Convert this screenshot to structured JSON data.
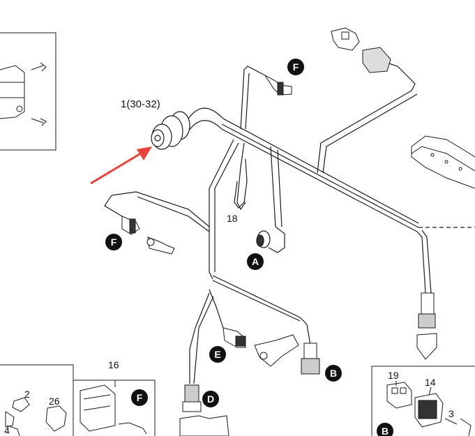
{
  "part_labels": {
    "main_connector": "1(30-32)",
    "p18": "18",
    "p16": "16",
    "p19": "19",
    "p14": "14",
    "p3": "3",
    "p2": "2",
    "p26": "26",
    "p4": "4"
  },
  "badges": {
    "f_top": "F",
    "f_left": "F",
    "f_inset": "F",
    "a": "A",
    "b": "B",
    "b_inset": "B",
    "d": "D",
    "e": "E"
  },
  "colors": {
    "line": "#1a1a1a",
    "arrow": "#e8423a",
    "badge": "#111111"
  }
}
